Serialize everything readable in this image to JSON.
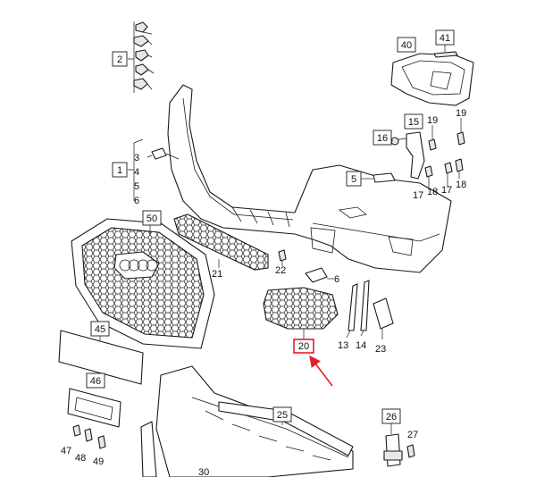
{
  "colors": {
    "highlight": "#e0202a",
    "line": "#1a1a1a",
    "fill": "#e8e8e8"
  },
  "labels": {
    "l1": "1",
    "l2": "2",
    "l3": "3",
    "l4": "4",
    "l5": "5",
    "l5b": "5",
    "l6a": "6",
    "l6b": "6",
    "l13": "13",
    "l14": "14",
    "l15": "15",
    "l16": "16",
    "l17a": "17",
    "l17b": "17",
    "l18a": "18",
    "l18b": "18",
    "l19a": "19",
    "l19b": "19",
    "l20": "20",
    "l21": "21",
    "l22": "22",
    "l23": "23",
    "l25": "25",
    "l26": "26",
    "l27": "27",
    "l30": "30",
    "l40": "40",
    "l41": "41",
    "l45": "45",
    "l46": "46",
    "l47": "47",
    "l48": "48",
    "l49": "49",
    "l50": "50"
  }
}
